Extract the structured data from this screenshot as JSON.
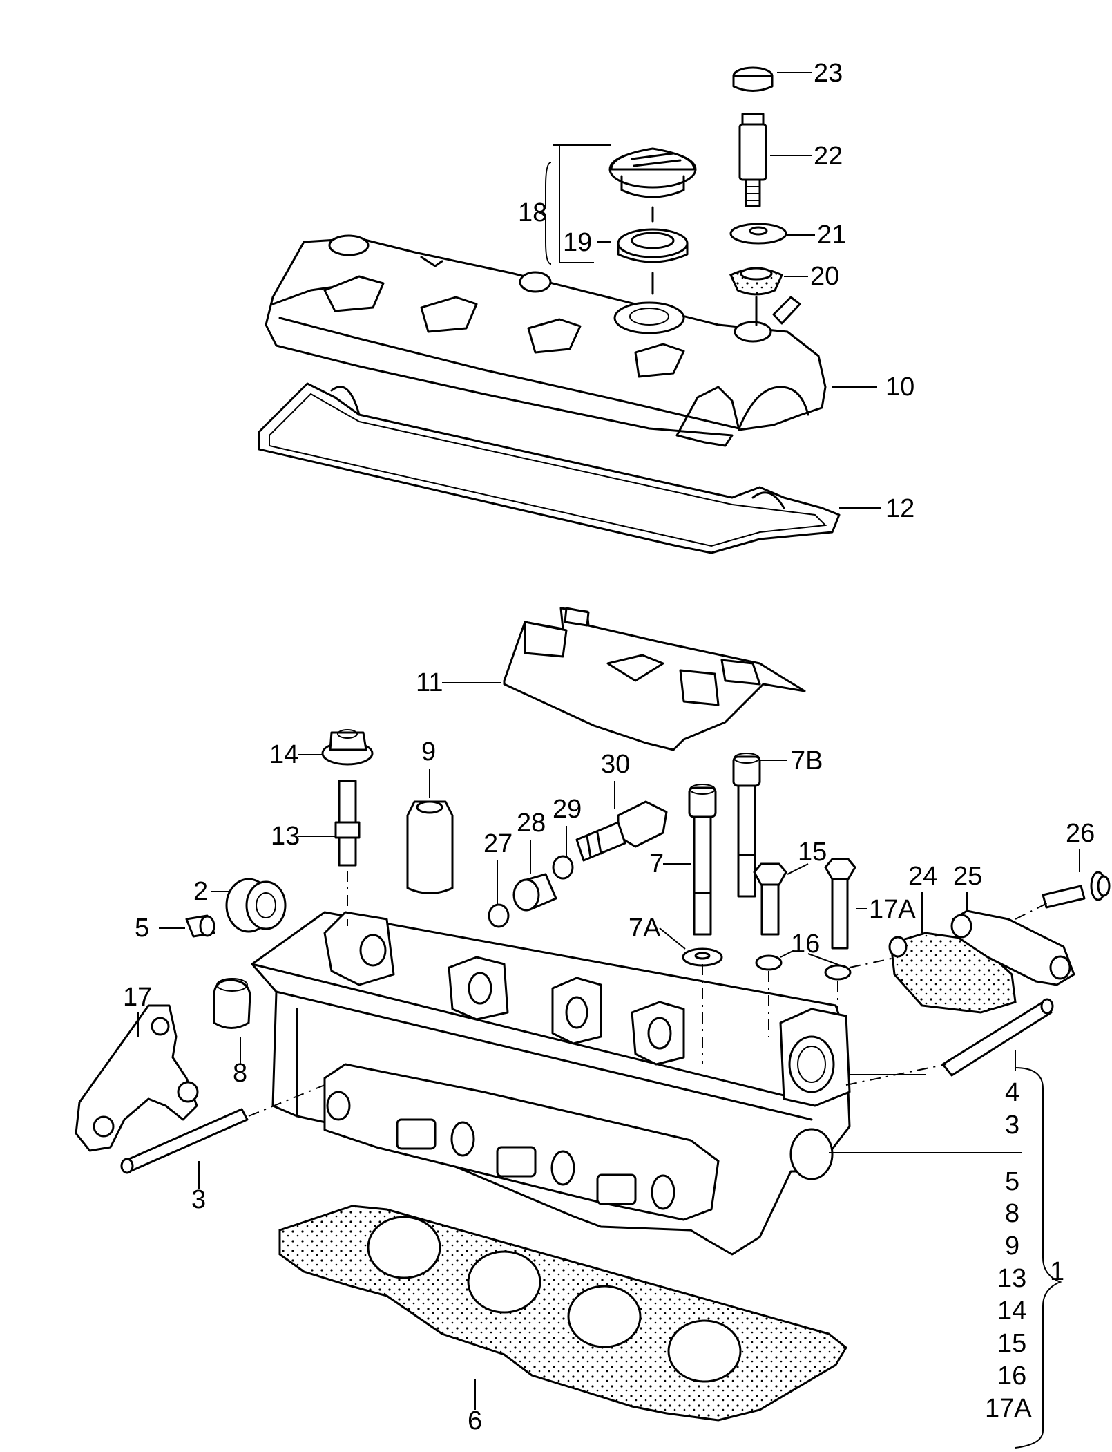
{
  "diagram": {
    "callouts": {
      "c23": "23",
      "c22": "22",
      "c21": "21",
      "c20": "20",
      "c18": "18",
      "c19": "19",
      "c10": "10",
      "c12": "12",
      "c11": "11",
      "c14": "14",
      "c9": "9",
      "c30": "30",
      "c7B": "7B",
      "c29": "29",
      "c28": "28",
      "c27": "27",
      "c13": "13",
      "c7": "7",
      "c15": "15",
      "c26": "26",
      "c24": "24",
      "c25": "25",
      "c17A": "17A",
      "c2": "2",
      "c5": "5",
      "c7A": "7A",
      "c16": "16",
      "c17": "17",
      "c8": "8",
      "c3": "3",
      "c6": "6",
      "c1": "1"
    },
    "kit_list": [
      "4",
      "3",
      "5",
      "8",
      "9",
      "13",
      "14",
      "15",
      "16",
      "17A"
    ]
  }
}
